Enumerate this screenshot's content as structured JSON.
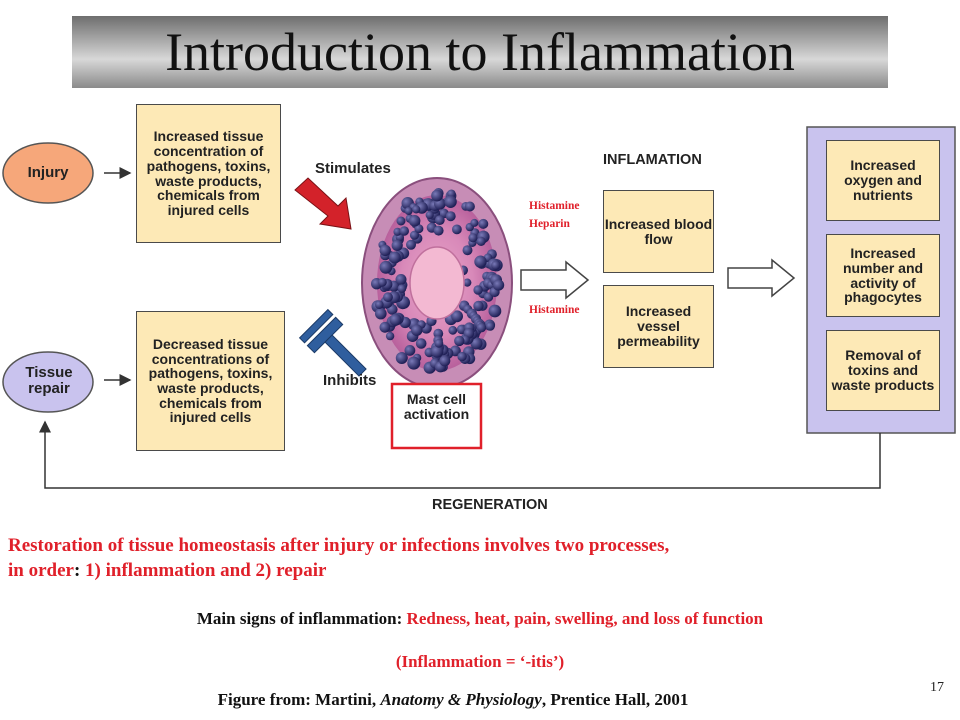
{
  "title": "Introduction to Inflammation",
  "diagram": {
    "injury": "Injury",
    "tissue_repair": "Tissue repair",
    "increased_box": "Increased tissue concentration of pathogens, toxins, waste products, chemicals from injured cells",
    "decreased_box": "Decreased tissue concentrations of pathogens, toxins, waste products, chemicals from injured cells",
    "stimulates": "Stimulates",
    "inhibits": "Inhibits",
    "mast_cell": "Mast cell activation",
    "histamine_heparin_1": "Histamine",
    "histamine_heparin_2": "Heparin",
    "histamine": "Histamine",
    "inflamation_heading": "INFLAMATION",
    "blood_flow": "Increased blood flow",
    "vessel_permeability": "Increased vessel permeability",
    "oxygen": "Increased oxygen and nutrients",
    "phagocytes": "Increased number and activity of phagocytes",
    "toxins_removal": "Removal of toxins and waste products",
    "regeneration": "REGENERATION"
  },
  "text": {
    "restoration_1": "Restoration of tissue homeostasis after injury or infections involves two processes,",
    "restoration_2a": "in order",
    "restoration_2b": ": ",
    "restoration_2c": "1) inflammation and 2) repair",
    "signs_label": "Main signs of inflammation:",
    "signs_list": "Redness, heat, pain, swelling, and loss of function",
    "itis": "(Inflammation = ‘-itis’)",
    "figure_from": "Figure from: Martini,",
    "book": "Anatomy & Physiology",
    "publisher": ", Prentice Hall, 2001",
    "page_number": "17"
  },
  "colors": {
    "box_fill": "#fde9b6",
    "injury_fill": "#f6a77a",
    "repair_fill": "#c9c3ee",
    "panel_fill": "#c9c3ee",
    "red_text": "#e0202a",
    "stimulate_arrow": "#d3222a",
    "inhibit_bar": "#2f5e9e"
  }
}
